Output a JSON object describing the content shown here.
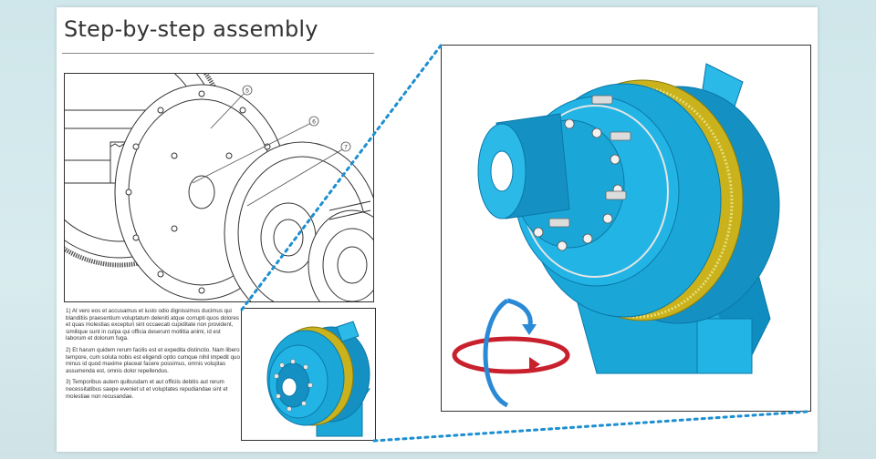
{
  "page": {
    "title": "Step-by-step assembly"
  },
  "drawing": {
    "callouts": [
      "5",
      "6",
      "7"
    ]
  },
  "instructions": [
    "1) At vero eos et accusamus et iusto odio dignissimos ducimus qui blanditiis praesentium voluptatum deleniti atque corrupti quos dolores et quas molestias excepturi sint occaecati cupiditate non provident, similique sunt in culpa qui officia deserunt mollitia animi, id est laborum et dolorum fuga.",
    "2) Et harum quidem rerum facilis est et expedita distinctio. Nam libero tempore, cum soluta nobis est eligendi optio cumque nihil impedit quo minus id quod maxime placeat facere possimus, omnis voluptas assumenda est, omnis dolor repellendus.",
    "3) Temporibus autem quibusdam et aut officiis debitis aut rerum necessitatibus saepe eveniet ut et voluptates repudiandae sint et molestiae non recusandae."
  ],
  "colors": {
    "part_blue": "#1aa7d8",
    "part_blue_dark": "#0b78a8",
    "ring_gold": "#c9b21c",
    "connector": "#1e8fd0",
    "rotate_blue": "#2a8ad6",
    "rotate_red": "#c8202c"
  },
  "icons": {
    "rotate": "rotate-3d-icon"
  }
}
